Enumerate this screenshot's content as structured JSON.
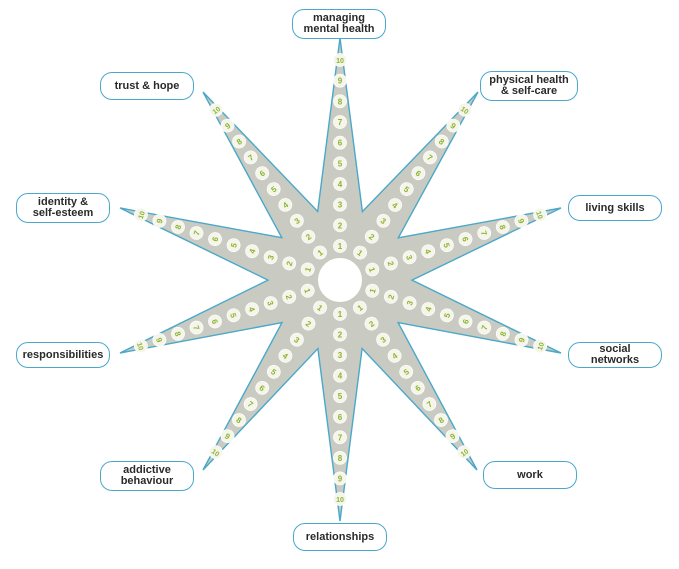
{
  "colors": {
    "star_fill": "#c9cbc2",
    "star_stroke": "#4aa8c9",
    "number_fill": "#f5f5ec",
    "number_text": "#8ab52f",
    "label_border": "#4aa8c9",
    "label_text": "#2a2a2a"
  },
  "scale_min": 1,
  "scale_max": 10,
  "areas": [
    {
      "label": "managing\nmental health"
    },
    {
      "label": "physical health\n& self-care"
    },
    {
      "label": "living skills"
    },
    {
      "label": "social networks"
    },
    {
      "label": "work"
    },
    {
      "label": "relationships"
    },
    {
      "label": "addictive\nbehaviour"
    },
    {
      "label": "responsibilities"
    },
    {
      "label": "identity &\nself-esteem"
    },
    {
      "label": "trust & hope"
    }
  ]
}
